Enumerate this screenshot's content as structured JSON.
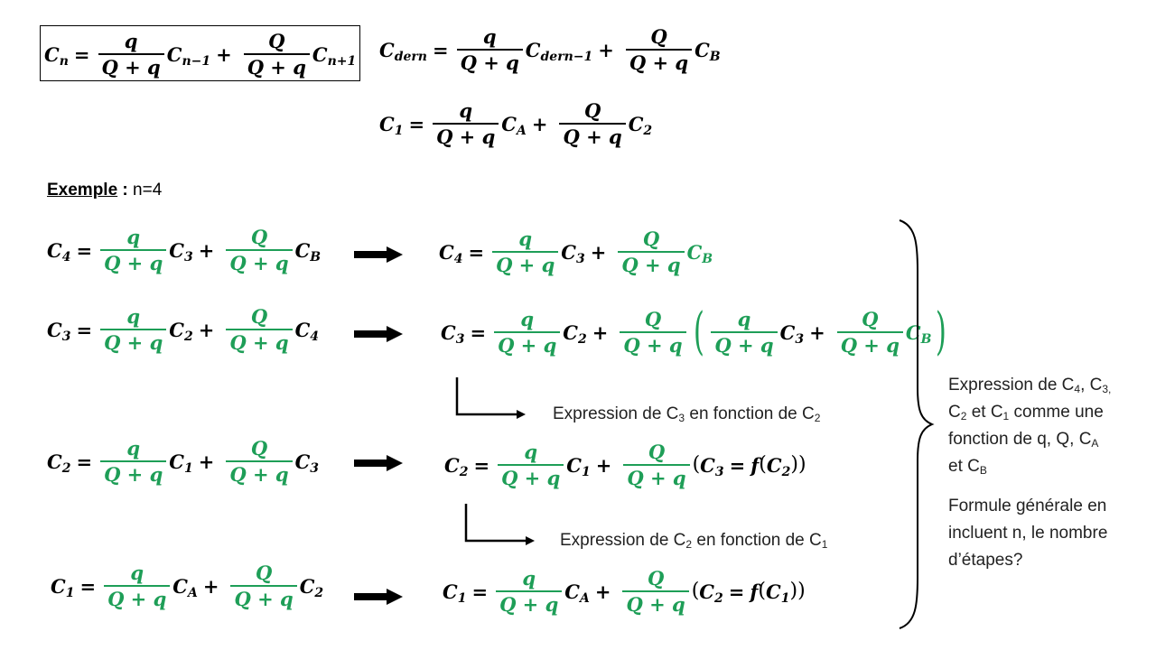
{
  "header": {
    "example_label": "Exemple",
    "example_colon": " : ",
    "example_value": "n=4"
  },
  "variables": {
    "C": "C",
    "q": "q",
    "Q": "Q",
    "Qq": "Q + q",
    "n": "n",
    "n_minus_1": "n−1",
    "n_plus_1": "n+1",
    "dern": "dern",
    "dern_minus_1": "dern−1",
    "A": "A",
    "B": "B",
    "i1": "1",
    "i2": "2",
    "i3": "3",
    "i4": "4",
    "eq": "=",
    "plus": "+",
    "f": "f",
    "lp": "(",
    "rp": ")",
    "big_lp": "(",
    "big_rp": ")"
  },
  "annotations": {
    "c3_in_c2": {
      "prefix": "Expression de C",
      "sub_a": "3",
      "middle": " en fonction de C",
      "sub_b": "2"
    },
    "c2_in_c1": {
      "prefix": "Expression de C",
      "sub_a": "2",
      "middle": " en fonction de C",
      "sub_b": "1"
    }
  },
  "side_note": {
    "line1_prefix": "Expression de C",
    "line1_sub_a": "4",
    "line1_sep": ", C",
    "line1_sub_b": "3,",
    "line2_prefix": "C",
    "line2_sub_a": "2",
    "line2_mid": " et C",
    "line2_sub_b": "1",
    "line2_suffix": " comme une",
    "line3_prefix": "fonction de q, Q, C",
    "line3_sub": "A",
    "line4_prefix": "et C",
    "line4_sub": "B",
    "question_line1": "Formule générale en",
    "question_line2": "incluent n, le nombre",
    "question_line3": "d’étapes?"
  },
  "colors": {
    "green": "#1e9e57",
    "black": "#000000"
  }
}
